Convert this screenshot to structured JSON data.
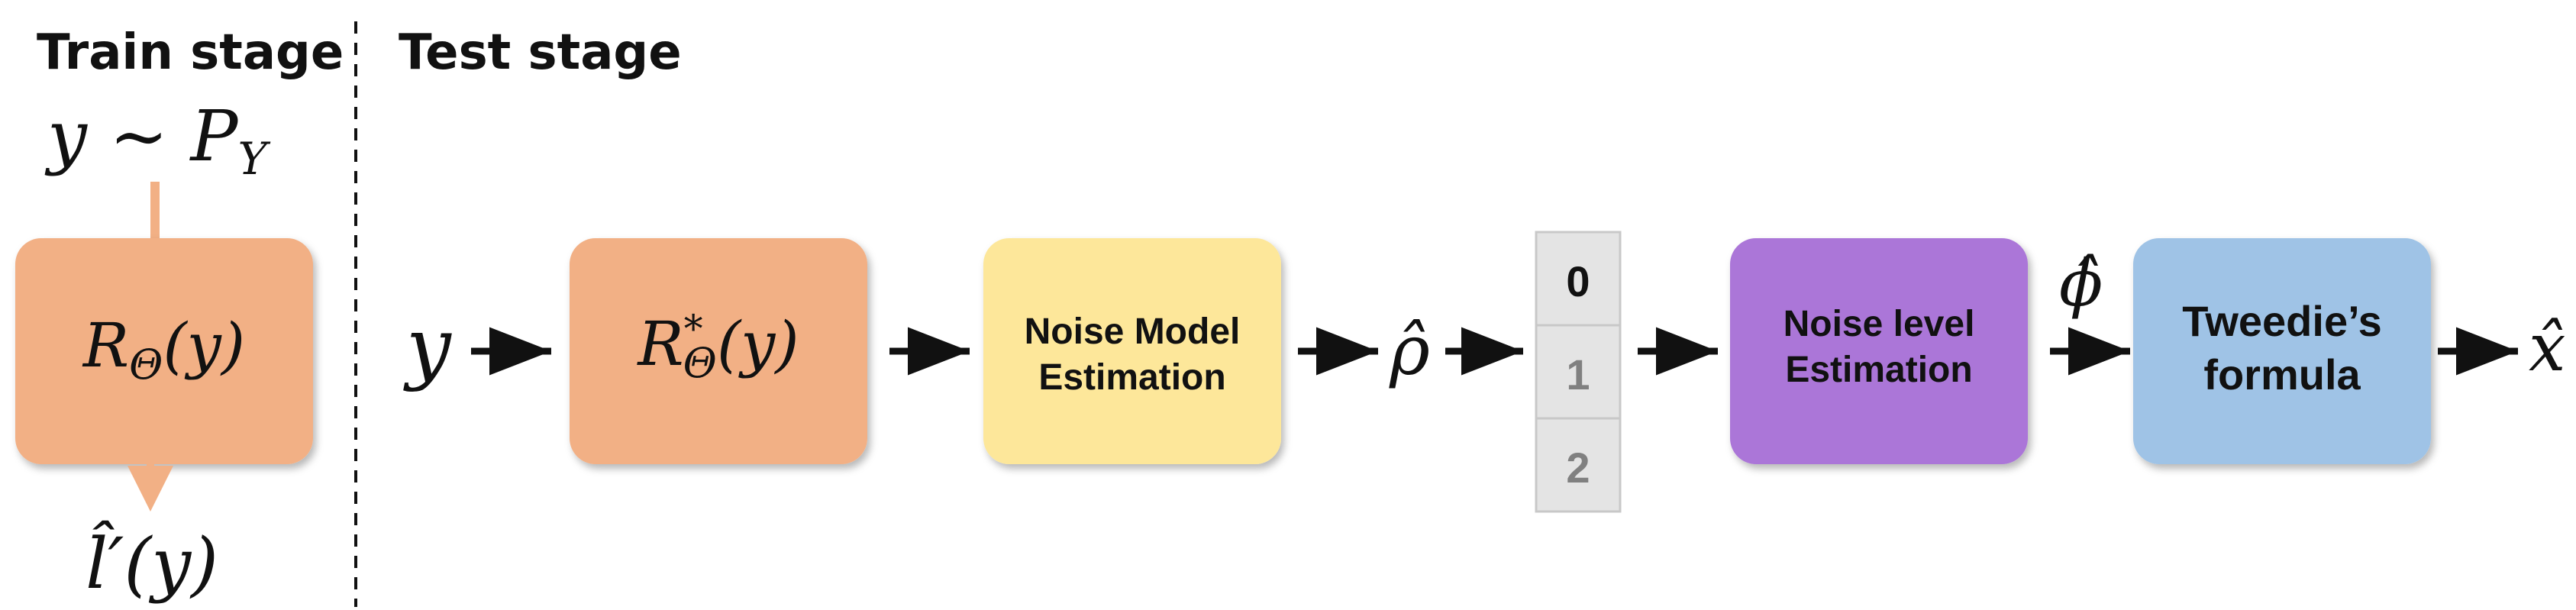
{
  "train_stage": {
    "title": "Train stage",
    "input": "y ∼ P",
    "input_sub": "Y",
    "network": "R",
    "network_sub": "Θ",
    "network_arg": "(y)",
    "output": "l̂′(y)"
  },
  "test_stage": {
    "title": "Test stage",
    "input": "y",
    "network": "R",
    "network_sup": "*",
    "network_sub": "Θ",
    "network_arg": "(y)",
    "noise_model": {
      "line1": "Noise Model",
      "line2": "Estimation"
    },
    "rho": "ρ̂",
    "model_options": [
      "0",
      "1",
      "2"
    ],
    "noise_level": {
      "line1": "Noise level",
      "line2": "Estimation"
    },
    "phi": "ϕ̂",
    "tweedie": {
      "line1": "Tweedie’s",
      "line2": "formula"
    },
    "output": "x̂"
  },
  "colors": {
    "network_box": "#f2b085",
    "noise_model_box": "#fde79a",
    "noise_level_box": "#ab76d8",
    "tweedie_box": "#9fc3e6",
    "option_cell": "#e4e4e4",
    "option_selected_text": "#111111",
    "option_text": "#808080",
    "train_arrow": "#f2b085"
  }
}
